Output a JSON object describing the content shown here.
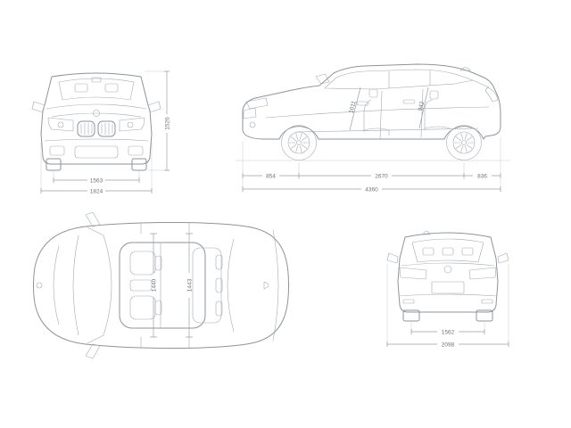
{
  "front_view": {
    "track_width": "1563",
    "overall_width": "1824",
    "overall_height": "1526"
  },
  "side_view": {
    "front_overhang": "854",
    "wheelbase": "2670",
    "rear_overhang": "836",
    "overall_length": "4360",
    "headroom_front": "1011",
    "headroom_rear": "942"
  },
  "top_view": {
    "interior_width_front": "1440",
    "interior_width_rear": "1443"
  },
  "rear_view": {
    "track_width": "1562",
    "overall_width_mirrors": "2098"
  },
  "colors": {
    "line": "#8e939c",
    "dimension_line": "#9aa0a8",
    "dimension_text": "#6e737b",
    "background": "#ffffff"
  }
}
